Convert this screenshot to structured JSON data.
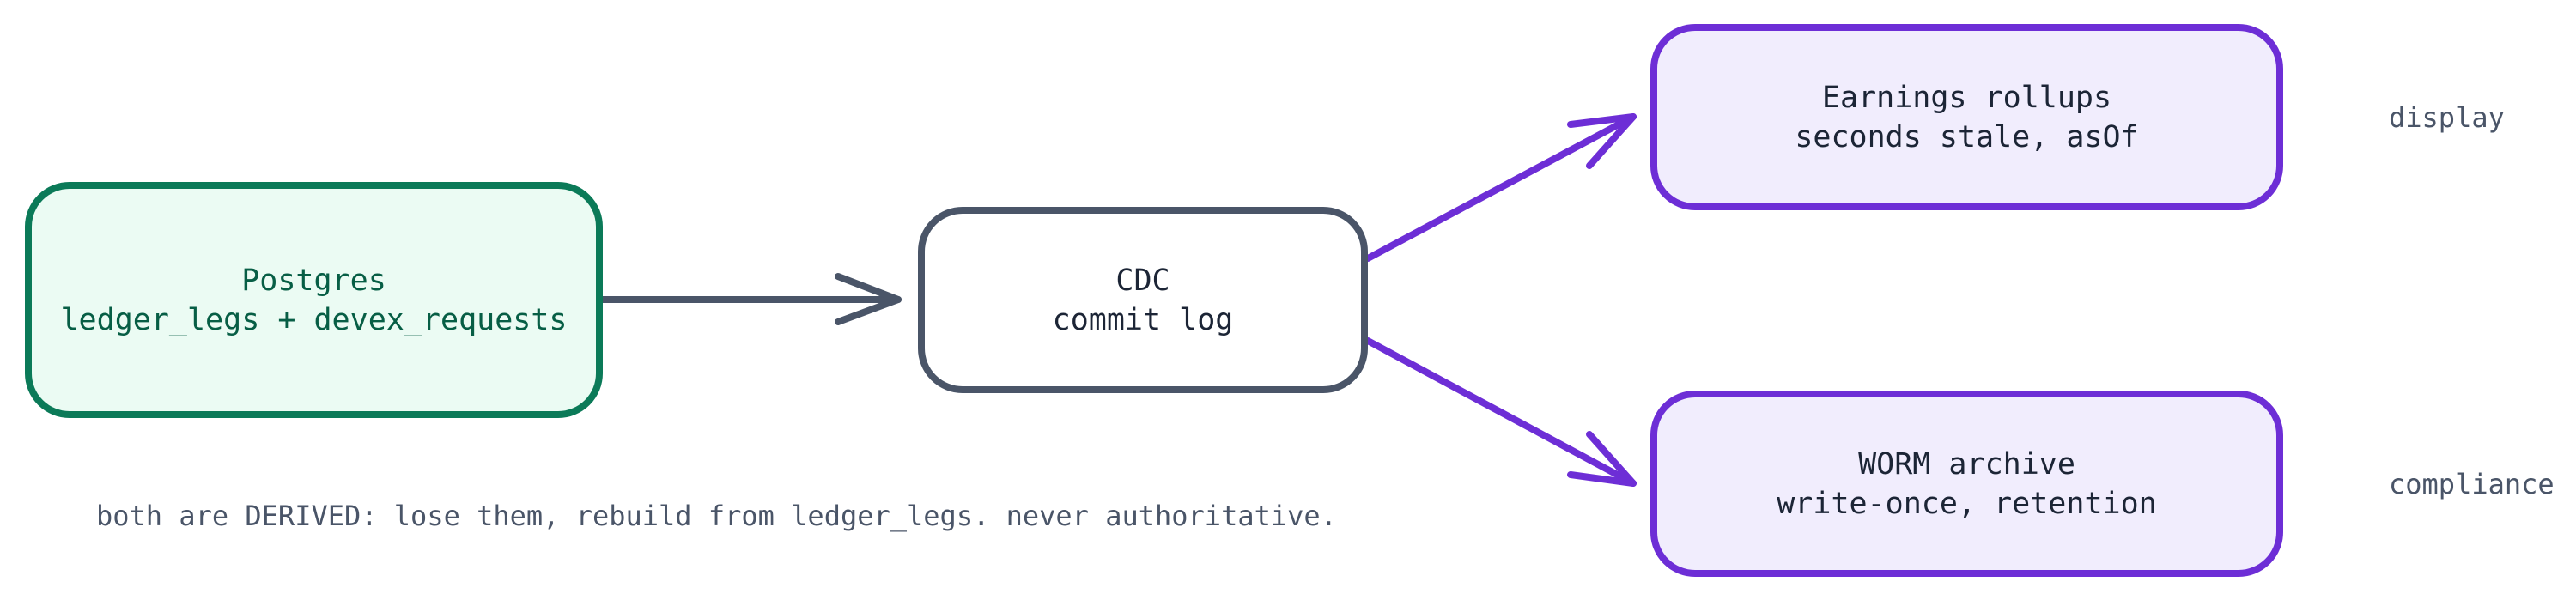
{
  "nodes": {
    "postgres": {
      "line1": "Postgres",
      "line2": "ledger_legs + devex_requests"
    },
    "cdc": {
      "line1": "CDC",
      "line2": "commit log"
    },
    "earnings": {
      "line1": "Earnings rollups",
      "line2": "seconds stale, asOf"
    },
    "worm": {
      "line1": "WORM archive",
      "line2": "write-once, retention"
    }
  },
  "side_labels": {
    "earnings": "display",
    "worm": "compliance"
  },
  "note": "both are DERIVED: lose them, rebuild from ledger_legs. never authoritative.",
  "colors": {
    "green_border": "#0b7a58",
    "green_fill": "#ebfbf3",
    "slate": "#4a5568",
    "purple_border": "#6d2ed6",
    "purple_fill": "#f1edfd"
  }
}
